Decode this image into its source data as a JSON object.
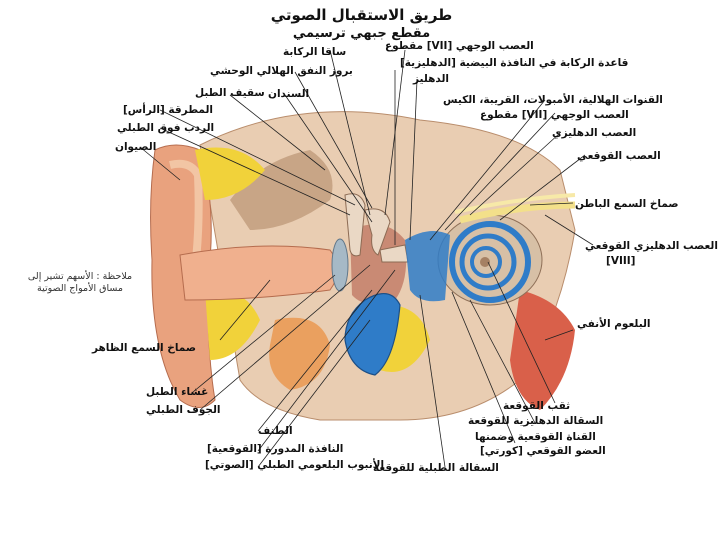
{
  "title": "طريق الاستقبال الصوتي",
  "subtitle": "مقطع جبهي ترسيمي",
  "note": "ملاحظة : الأسهم تشير إلى مساق الأمواج الصوتية",
  "labels": {
    "stapes_limbs": "ساقا الركابة",
    "facial_nerve_cut_top": "العصب الوجهي [VII] مقطوع",
    "stapes_base_oval_window": "قاعدة الركابة في النافذة البيضية [الدهليزية]",
    "vestibule": "الدهليز",
    "lateral_semicircular_prominence": "بروز النفق الهلالي الوحشي",
    "incus": "السندان",
    "tegmen_tympani": "سقيف الطبل",
    "malleus": "المطرقة [الرأس]",
    "epitympanic_recess": "الردب فوق الطبلي",
    "auricle": "الصيوان",
    "semicircular_canals": "القنوات الهلالية، الأمبولات، القريبة، الكيس",
    "facial_nerve_cut": "العصب الوجهي [VII] مقطوع",
    "vestibular_nerve": "العصب الدهليزي",
    "cochlear_nerve": "العصب القوقعي",
    "internal_acoustic_meatus": "صماخ السمع الباطن",
    "vestibulocochlear_nerve": "العصب الدهليزي القوقعي",
    "vestibulocochlear_nerve_num": "[VIII]",
    "nasopharynx": "البلعوم الأنفي",
    "external_acoustic_meatus": "صماخ السمع الظاهر",
    "tympanic_membrane": "غشاء الطبل",
    "tympanic_cavity": "الجوف الطبلي",
    "helicotrema": "ثقب القوقعة",
    "scala_vestibuli": "السقالة الدهليزية للقوقعة",
    "cochlear_duct": "القناة القوقعية وضمنها",
    "organ_of_corti": "العضو القوقعي [كورتي]",
    "stapes": "الطنف",
    "round_window": "النافذة المدورة [القوقعية]",
    "auditory_tube": "الأنبوب البلعومي الطبلي [الصوتي]",
    "scala_tympani": "السقالة الطبلية للقوقعة"
  },
  "colors": {
    "skin": "#e9a27e",
    "cartilage": "#f0c6a4",
    "fat": "#f1d23a",
    "bone": "#e8cbb0",
    "muscle": "#d9604a",
    "fluid_blue": "#2f7cc8",
    "nerve_yellow": "#f3e08a"
  }
}
